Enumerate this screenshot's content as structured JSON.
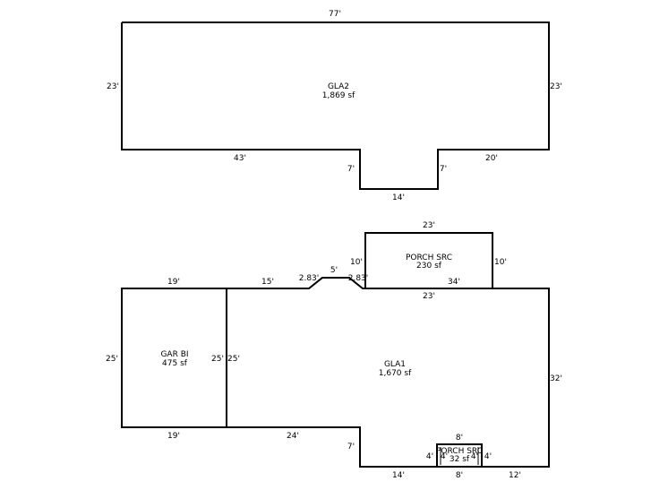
{
  "areas": {
    "gla2": {
      "name": "GLA2",
      "area": "1,869 sf"
    },
    "gla1": {
      "name": "GLA1",
      "area": "1,670 sf"
    },
    "garage": {
      "name": "GAR BI",
      "area": "475 sf"
    },
    "porch_top": {
      "name": "PORCH SRC",
      "area": "230 sf"
    },
    "porch_small": {
      "name": "PORCH SRC",
      "area": "32 sf"
    }
  },
  "dimensions": {
    "gla2": {
      "top": "77'",
      "left": "23'",
      "right": "23'",
      "bottom_left": "43'",
      "notch_left": "7'",
      "notch_right": "7'",
      "notch_bottom": "14'",
      "bottom_right": "20'"
    },
    "porch_top": {
      "top": "23'",
      "left": "10'",
      "right": "10'",
      "bottom": "23'",
      "inner": "34'"
    },
    "main": {
      "garage_top": "19'",
      "gla1_top": "15'",
      "bay_left": "2.83'",
      "bay_top": "5'",
      "bay_right": "2.83'",
      "garage_left": "25'",
      "garage_right": "25'",
      "gla1_left": "25'",
      "gla1_right": "32'",
      "garage_bottom": "19'",
      "gla1_bottom_left": "24'",
      "notch_left": "7'",
      "notch_bottom": "14'",
      "porch_top": "8'",
      "porch_left": "4'",
      "porch_inner_left": "4'",
      "porch_inner_right": "4'",
      "porch_right": "4'",
      "porch_bottom": "8'",
      "bottom_right": "12'"
    }
  }
}
